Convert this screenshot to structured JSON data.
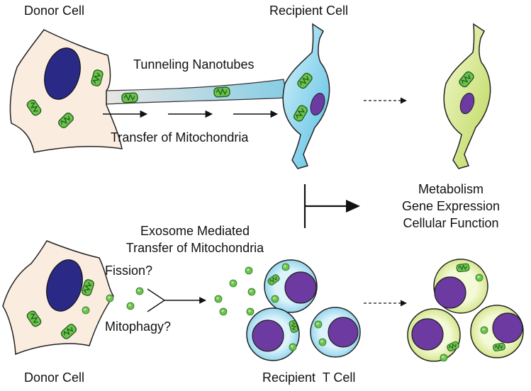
{
  "labels": {
    "donor_top": "Donor Cell",
    "recipient_top": "Recipient Cell",
    "tnt": "Tunneling Nanotubes",
    "transfer": "Transfer of Mitochondria",
    "outcome1": "Metabolism",
    "outcome2": "Gene Expression",
    "outcome3": "Cellular Function",
    "exo1": "Exosome Mediated",
    "exo2": "Transfer of Mitochondria",
    "fission": "Fission?",
    "mitophagy": "Mitophagy?",
    "donor_bottom": "Donor Cell",
    "recipient_bottom": "Recipient  T Cell"
  },
  "colors": {
    "donor_fill": "#fbece0",
    "nucleus": "#2a2a86",
    "mito_fill": "#6cc24a",
    "mito_dark": "#1e6b22",
    "recipient_blue": "#7fd0ea",
    "recipient_green": "#d4e98a",
    "t_nucleus": "#6c3aa0",
    "outline": "#222222"
  },
  "icons": [
    "mitochondrion-icon",
    "vesicle-icon",
    "arrow-icon",
    "inhibition-arrow-icon"
  ]
}
